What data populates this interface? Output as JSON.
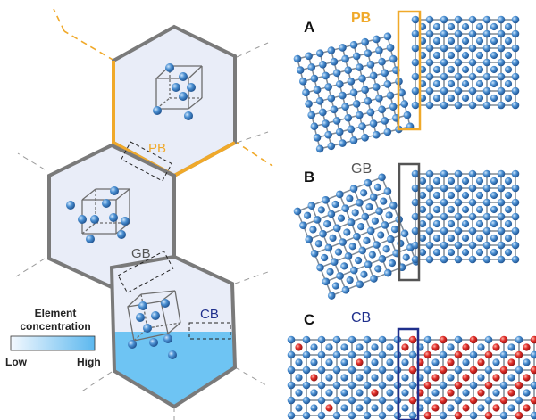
{
  "labels": {
    "pb": "PB",
    "gb": "GB",
    "cb": "CB",
    "panel_a": "A",
    "panel_b": "B",
    "panel_c": "C",
    "legend_title_line1": "Element",
    "legend_title_line2": "concentration",
    "legend_low": "Low",
    "legend_high": "High"
  },
  "colors": {
    "pb_accent": "#f0a92a",
    "gb_accent": "#5a5a5a",
    "cb_accent": "#1f2f8c",
    "atom_blue": "#3f86c9",
    "atom_red": "#d9292a",
    "lattice_line": "#7f8a96",
    "hex_fill": "#e9edf8",
    "hex_border": "#7a7a7a",
    "concentration_fill": "#6ec4f3"
  },
  "icons": [
    "bcc-unit-cell-icon",
    "fcc-unit-cell-icon",
    "rotated-cubic-cell-icon"
  ]
}
